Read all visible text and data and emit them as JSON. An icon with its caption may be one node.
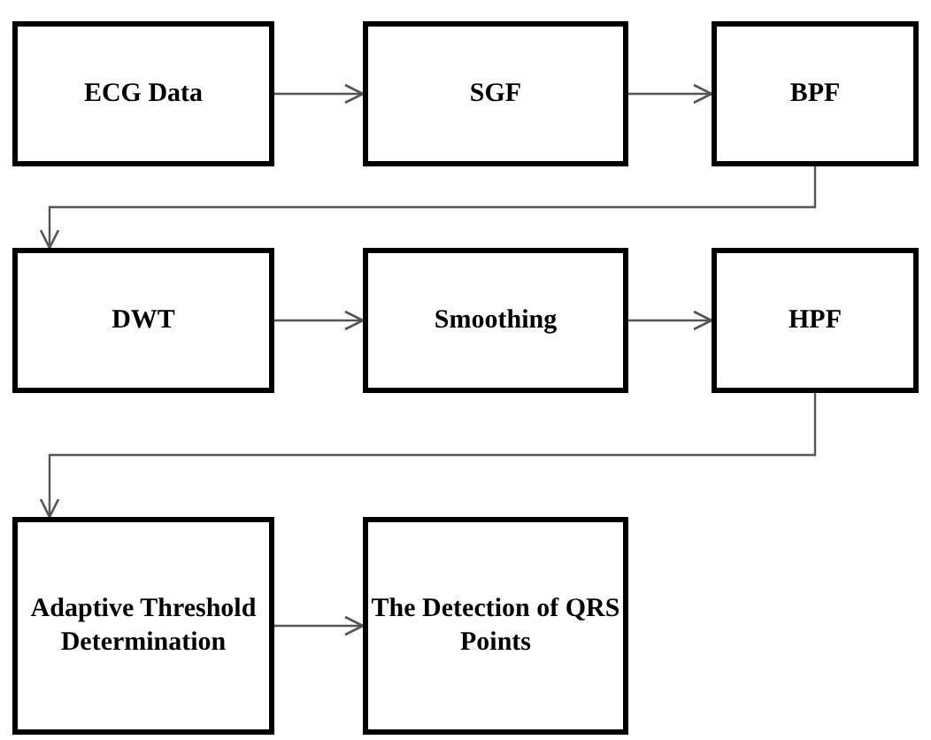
{
  "diagram": {
    "nodes": [
      {
        "text": [
          "ECG Data"
        ]
      },
      {
        "text": [
          "SGF"
        ]
      },
      {
        "text": [
          "BPF"
        ]
      },
      {
        "text": [
          "DWT"
        ]
      },
      {
        "text": [
          "Smoothing"
        ]
      },
      {
        "text": [
          "HPF"
        ]
      },
      {
        "text": [
          "Adaptive Threshold Determination"
        ]
      },
      {
        "text": [
          "The Detection of QRS Points"
        ]
      }
    ],
    "edges": [
      {
        "from": 0,
        "to": 1,
        "arrow": "to"
      },
      {
        "from": 1,
        "to": 2,
        "arrow": "to"
      },
      {
        "from": 2,
        "to": 3,
        "arrow": "to"
      },
      {
        "from": 3,
        "to": 4,
        "arrow": "to"
      },
      {
        "from": 4,
        "to": 5,
        "arrow": "to"
      },
      {
        "from": 5,
        "to": 6,
        "arrow": "to"
      },
      {
        "from": 6,
        "to": 7,
        "arrow": "to"
      }
    ]
  }
}
